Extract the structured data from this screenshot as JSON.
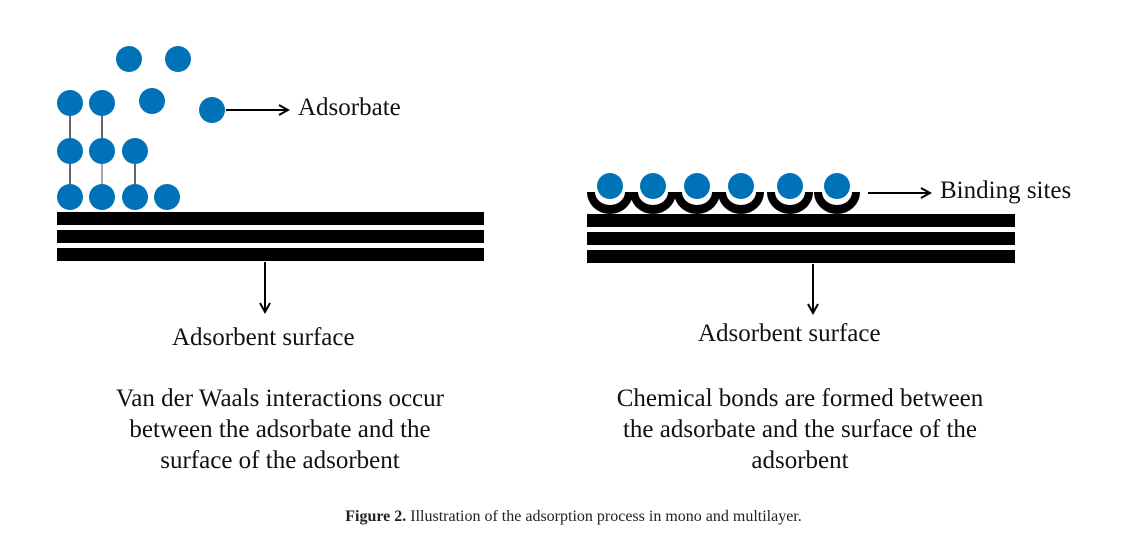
{
  "colors": {
    "particle": "#0072b8",
    "surface": "#000000",
    "text": "#111111"
  },
  "left_panel": {
    "adsorbate_label": "Adsorbate",
    "surface_label": "Adsorbent surface",
    "description_lines": [
      "Van der Waals interactions occur",
      "between the adsorbate and the",
      "surface of the adsorbent"
    ],
    "layers": 3,
    "particle_rows_on_surface": [
      4,
      3,
      2
    ],
    "free_particles": 4
  },
  "right_panel": {
    "binding_label": "Binding sites",
    "surface_label": "Adsorbent surface",
    "description_lines": [
      "Chemical bonds are formed between",
      "the adsorbate and the surface of the",
      "adsorbent"
    ],
    "layers": 3,
    "binding_sites": 6
  },
  "caption": {
    "prefix": "Figure 2.",
    "text": " Illustration of the adsorption process in mono and multilayer."
  }
}
